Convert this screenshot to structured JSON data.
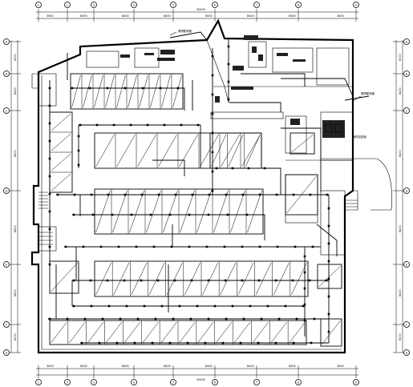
{
  "drawing": {
    "annotation_top": "照明配电箱",
    "annotation_right": "照明配电箱",
    "annotation_mid": "消防控制室"
  },
  "dimensions": {
    "top": [
      "3000",
      "8400",
      "8400",
      "8400",
      "8400",
      "8400",
      "8400",
      "3000"
    ],
    "top_total": "50400",
    "bottom": [
      "3000",
      "8400",
      "8400",
      "8400",
      "8400",
      "8400",
      "8400",
      "3000"
    ],
    "bottom_total": "50400",
    "left": [
      "6000",
      "8400",
      "8400",
      "8400",
      "8400",
      "6000"
    ],
    "right": [
      "6000",
      "8400",
      "8400",
      "8400",
      "8400",
      "6000"
    ]
  },
  "axes": {
    "columns": [
      "1",
      "2",
      "3",
      "4",
      "5",
      "6",
      "7",
      "8",
      "9"
    ],
    "rows": [
      "A",
      "B",
      "C",
      "D",
      "E",
      "F",
      "G"
    ]
  },
  "colors": {
    "line": "#000000",
    "background": "#ffffff"
  }
}
